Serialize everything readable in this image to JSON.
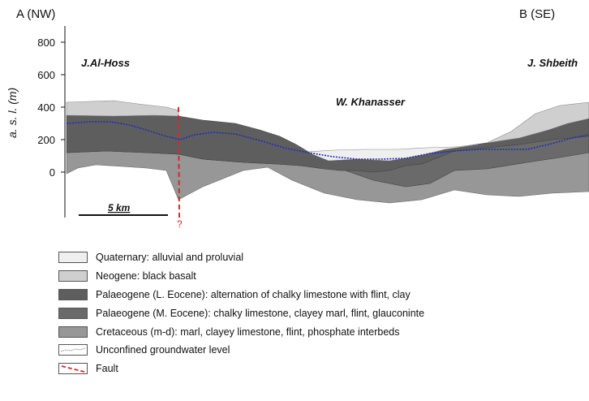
{
  "labels": {
    "left_end": "A (NW)",
    "right_end": "B (SE)",
    "y_axis": "a. s. l. (m)",
    "place_left": "J.Al-Hoss",
    "place_center": "W. Khanasser",
    "place_right": "J. Shbeith",
    "scale_bar": "5 km",
    "fault_query": "?"
  },
  "y_ticks": [
    "800",
    "600",
    "400",
    "200",
    "0"
  ],
  "legend": [
    {
      "text": "Quaternary: alluvial and proluvial",
      "color": "#efefef",
      "kind": "fill"
    },
    {
      "text": "Neogene: black basalt",
      "color": "#cfcfcf",
      "kind": "fill"
    },
    {
      "text": "Palaeogene (L. Eocene): alternation of chalky limestone with flint, clay",
      "color": "#5e5e5e",
      "kind": "fill"
    },
    {
      "text": "Palaeogene (M. Eocene): chalky limestone, clayey marl, flint, glauconinte",
      "color": "#6a6a6a",
      "kind": "fill"
    },
    {
      "text": "Cretaceous (m-d): marl, clayey limestone, flint, phosphate interbeds",
      "color": "#979797",
      "kind": "fill"
    },
    {
      "text": "Unconfined groundwater level",
      "color": "#1f2fb0",
      "kind": "line"
    },
    {
      "text": "Fault",
      "color": "#d42a2a",
      "kind": "fault"
    }
  ],
  "colors": {
    "quaternary": "#efefef",
    "neogene": "#cfcfcf",
    "l_eocene": "#5e5e5e",
    "m_eocene": "#6a6a6a",
    "cretaceous": "#979797",
    "groundwater": "#1f2fb0",
    "fault": "#d42a2a"
  }
}
